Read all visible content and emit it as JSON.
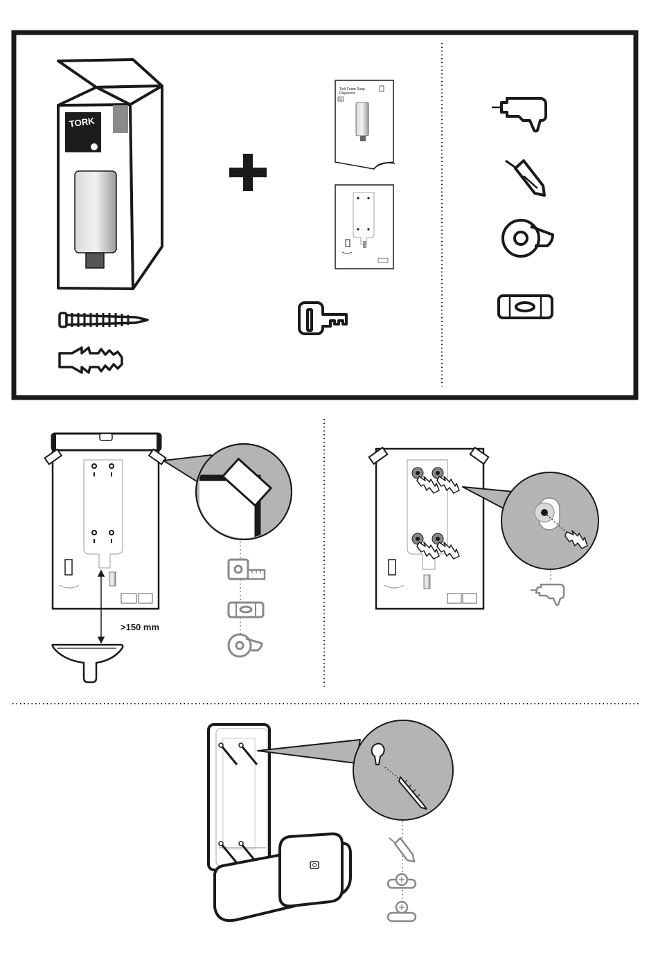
{
  "box": {
    "brand": "TORK"
  },
  "manual": {
    "title_line1": "Tork Foam Soap",
    "title_line2": "Dispenser",
    "badge": "S4"
  },
  "measure": {
    "distance": ">150 mm"
  },
  "colors": {
    "stroke": "#1a1a1a",
    "callout_gray": "#b4b4b4",
    "dispenser_gray": "#a9a9a9",
    "dark_box": "#1c1c1c"
  },
  "icons": {
    "tools": [
      "drill-icon",
      "screwdriver-icon",
      "tape-icon",
      "spirit-level-icon"
    ],
    "parts": [
      "screw-icon",
      "wall-plug-icon",
      "key-icon"
    ],
    "step1": [
      "tape-measure-icon",
      "spirit-level-icon",
      "tape-icon"
    ],
    "step2": [
      "drill-icon"
    ],
    "step3": [
      "screwdriver-icon",
      "adjust-knob-icon",
      "adjust-knob-icon"
    ]
  }
}
